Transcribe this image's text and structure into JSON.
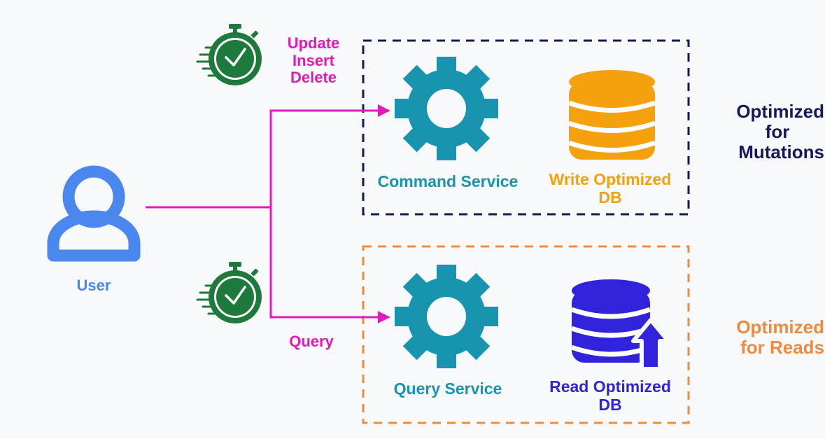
{
  "user": {
    "label": "User"
  },
  "edges": {
    "command_ops": [
      "Update",
      "Insert",
      "Delete"
    ],
    "query_op": "Query"
  },
  "command_side": {
    "service_label": "Command Service",
    "db_label": [
      "Write Optimized",
      "DB"
    ],
    "group_label": [
      "Optimized",
      "for",
      "Mutations"
    ]
  },
  "query_side": {
    "service_label": "Query Service",
    "db_label": [
      "Read Optimized",
      "DB"
    ],
    "group_label": [
      "Optimized",
      "for Reads"
    ]
  },
  "icons": {
    "user": "user-icon",
    "stopwatch": "fast-stopwatch-icon",
    "service": "gear-icon",
    "write_db": "database-icon",
    "read_db": "database-upload-icon"
  },
  "colors": {
    "user": "#4a88f0",
    "arrow": "#e11bb8",
    "gear": "#1994b0",
    "write_db": "#f5a10d",
    "read_db": "#3123dc",
    "command_box": "#15195c",
    "query_box": "#f08a3c",
    "stopwatch": "#1e7a3c",
    "background": "#f8f9fa"
  }
}
